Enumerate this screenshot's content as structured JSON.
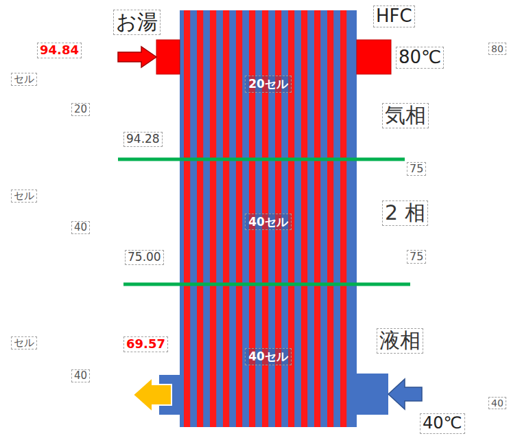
{
  "diagram": {
    "nodes": [
      {
        "text": [
          "20セル"
        ]
      },
      {
        "text": [
          "40セル"
        ]
      },
      {
        "text": [
          "40セル"
        ]
      }
    ],
    "labels": [
      "お湯",
      "94.84",
      "HFC",
      "80℃",
      "80",
      "セル",
      "20",
      "気相",
      "94.28",
      "75",
      "セル",
      "40",
      "2 相",
      "75.00",
      "75",
      "セル",
      "69.57",
      "液相",
      "40",
      "40",
      "40℃"
    ]
  }
}
